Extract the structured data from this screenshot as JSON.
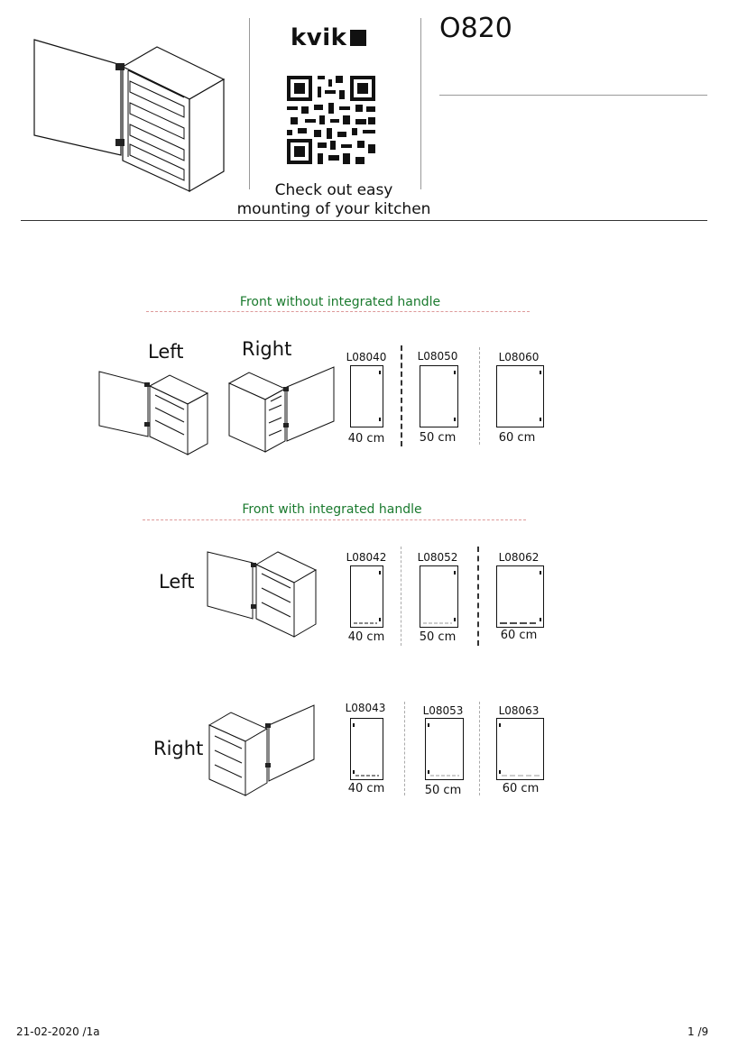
{
  "header": {
    "brand": "kvik",
    "product_code": "O820",
    "tagline_line1": "Check out easy",
    "tagline_line2": "mounting of your kitchen"
  },
  "sections": {
    "without_handle": {
      "title": "Front without integrated handle",
      "left_label": "Left",
      "right_label": "Right",
      "fronts": [
        {
          "code": "L08040",
          "size": "40 cm"
        },
        {
          "code": "L08050",
          "size": "50 cm"
        },
        {
          "code": "L08060",
          "size": "60 cm"
        }
      ]
    },
    "with_handle": {
      "title": "Front with integrated handle",
      "left": {
        "label": "Left",
        "fronts": [
          {
            "code": "L08042",
            "size": "40 cm"
          },
          {
            "code": "L08052",
            "size": "50 cm"
          },
          {
            "code": "L08062",
            "size": "60 cm"
          }
        ]
      },
      "right": {
        "label": "Right",
        "fronts": [
          {
            "code": "L08043",
            "size": "40 cm"
          },
          {
            "code": "L08053",
            "size": "50 cm"
          },
          {
            "code": "L08063",
            "size": "60 cm"
          }
        ]
      }
    }
  },
  "footer": {
    "date_version": "21-02-2020 /1a",
    "page": "1 /9"
  },
  "icons": {
    "qr": "qr-code-icon",
    "brand_mark": "brand-square-icon",
    "cabinet": "cabinet-drawing-icon",
    "door": "door-front-icon"
  },
  "colors": {
    "section_title": "#1a7a2e",
    "section_rule": "#dd9999"
  }
}
